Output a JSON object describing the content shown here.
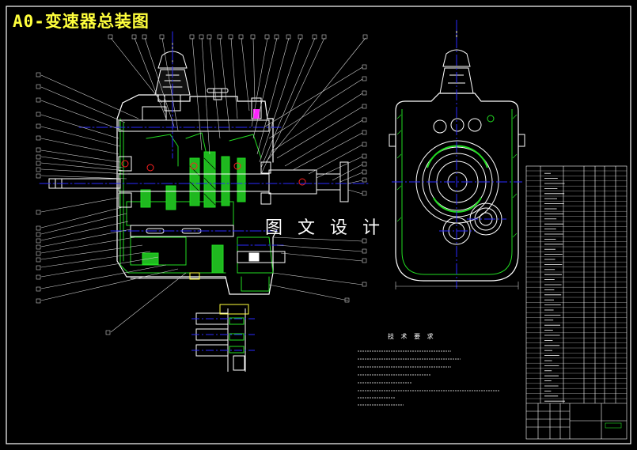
{
  "drawing": {
    "title": "A0-变速器总装图",
    "watermark": "图 文 设 计",
    "tech_requirements_title": "技 术 要 求"
  },
  "colors": {
    "background": "#000000",
    "frame": "#ffffff",
    "outline": "#ffffff",
    "section": "#22dd22",
    "hatch": "#22dd22",
    "centerline": "#2a2aff",
    "accent": "#ff22ff",
    "title_text": "#ffff3c",
    "callout_dim": "#cfcfcf"
  },
  "icons": {
    "main_view": "gearbox-longitudinal-section",
    "side_view": "gearbox-cross-section",
    "detail": "reverse-gear-detail",
    "table": "parts-list-table"
  }
}
